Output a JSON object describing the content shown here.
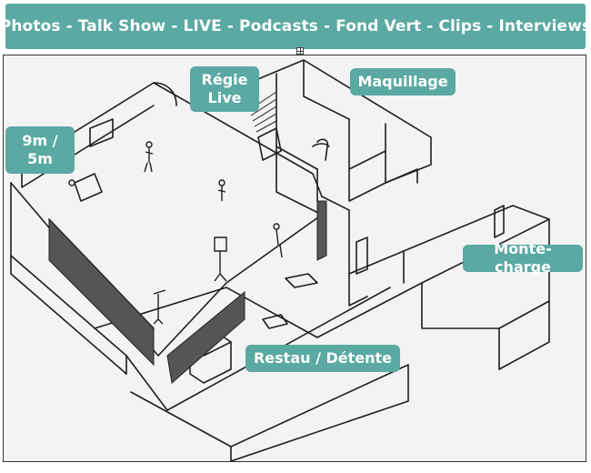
{
  "banner": {
    "text": "Photos - Talk Show - LIVE - Podcasts - Fond Vert - Clips - Interviews"
  },
  "labels": {
    "studio_size": "9m / 5m",
    "regie": "Régie Live",
    "maquillage": "Maquillage",
    "monte_charge": "Monte-charge",
    "restau": "Restau / Détente"
  },
  "colors": {
    "accent": "#5aa9a2",
    "ink": "#1e1e1e",
    "paper": "#f3f3f3"
  }
}
